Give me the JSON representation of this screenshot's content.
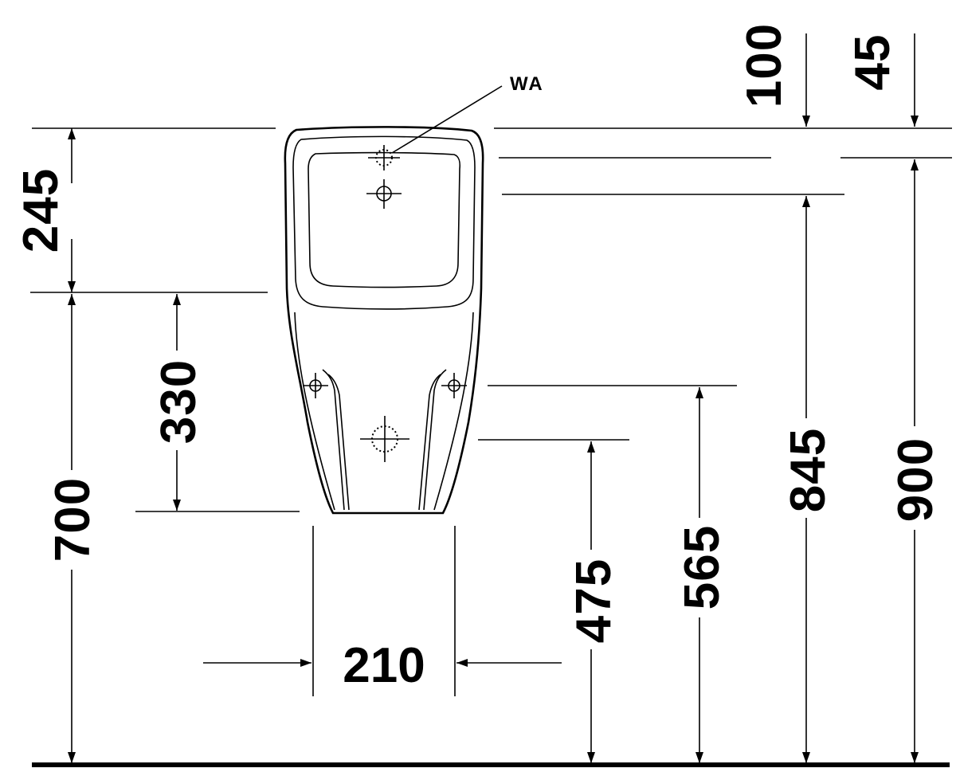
{
  "callout": {
    "label": "WA"
  },
  "dimensions": {
    "d100": "100",
    "d45": "45",
    "d245": "245",
    "d330": "330",
    "d700": "700",
    "d210": "210",
    "d475": "475",
    "d565": "565",
    "d845": "845",
    "d900": "900"
  }
}
